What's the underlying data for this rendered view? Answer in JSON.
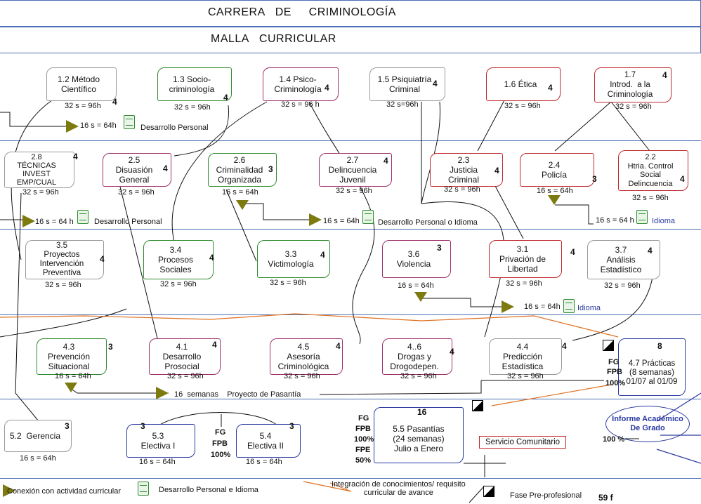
{
  "header": {
    "career": "CARRERA   DE     CRIMINOLOGÍA",
    "subtitle": "MALLA   CURRICULAR"
  },
  "row1": [
    {
      "title": "1.2 Método\nCientífico",
      "credits": "4",
      "hours": "32 s = 96h"
    },
    {
      "title": "1.3 Socio-\ncriminología",
      "credits": "4",
      "hours": "32 s = 96h"
    },
    {
      "title": "1.4 Psico-\nCriminología",
      "credits": "4",
      "hours": "32 s = 96 h"
    },
    {
      "title": "1.5 Psiquiatría\nCriminal",
      "credits": "4",
      "hours": "32 s=96h"
    },
    {
      "title": "1.6 Ética",
      "credits": "4",
      "hours": "32 s = 96h"
    },
    {
      "title": "1.7\nIntrod.  a la\nCriminología",
      "credits": "4",
      "hours": "32 s = 96h"
    }
  ],
  "row1_dp": {
    "hours": "16 s = 64h",
    "label": "Desarrollo Personal"
  },
  "row2": [
    {
      "title": "2.8\nTÉCNICAS\nINVEST\nEMP/CUAL",
      "credits": "4",
      "hours": "32 s = 96h"
    },
    {
      "title": "2.5\nDisuasión\nGeneral",
      "credits": "4",
      "hours": "32 s = 96h"
    },
    {
      "title": "2.6\nCriminalidad\nOrganizada",
      "credits": "3",
      "hours": "16 s = 64h"
    },
    {
      "title": "2.7\nDelincuencia\nJuvenil",
      "credits": "4",
      "hours": "32 s = 96h"
    },
    {
      "title": "2.3\nJusticia\nCriminal",
      "credits": "4",
      "hours": "32 s = 96h"
    },
    {
      "title": "2.4\nPolicía",
      "credits": "3",
      "hours": "16 s = 64h"
    },
    {
      "title": "2.2\nHtria. Control\nSocial\nDelincuencia",
      "credits": "4",
      "hours": "32 s = 96h"
    }
  ],
  "row2_notes": {
    "left": {
      "hours": "16 s = 64 h",
      "label": "Desarrollo Personal"
    },
    "mid": {
      "hours": "16 s = 64h",
      "label": "Desarrollo Personal  o Idioma"
    },
    "right": {
      "hours": "16 s = 64 h",
      "label": "Idioma"
    }
  },
  "row3": [
    {
      "title": "3.5\nProyectos\nIntervención\nPreventiva",
      "credits": "4",
      "hours": "32 s = 96h"
    },
    {
      "title": "3.4\nProcesos\nSociales",
      "credits": "4",
      "hours": "32 s = 96h"
    },
    {
      "title": "3.3\nVictimología",
      "credits": "4",
      "hours": "32 s = 96h"
    },
    {
      "title": "3.6\nViolencia",
      "credits": "3",
      "hours": "16 s = 64h"
    },
    {
      "title": "3.1\nPrivación de\nLibertad",
      "credits": "4",
      "hours": "32 s = 96h"
    },
    {
      "title": "3.7\nAnálisis\nEstadístico",
      "credits": "4",
      "hours": "32 s = 96h"
    }
  ],
  "row3_note": {
    "hours": "16 s = 64h",
    "label": "Idioma"
  },
  "row4": [
    {
      "title": "4.3\nPrevención\nSituacional",
      "credits": "3",
      "hours": "16 s = 64h"
    },
    {
      "title": "4.1\nDesarrollo\nProsocial",
      "credits": "4",
      "hours": "32 s = 96h"
    },
    {
      "title": "4.5\nAsesoría\nCriminológica",
      "credits": "4",
      "hours": "32 s = 96h"
    },
    {
      "title": "4..6\nDrogas y\nDrogodepen.",
      "credits": "4",
      "hours": "32 s = 96h"
    },
    {
      "title": "4.4\nPredicción\nEstadística",
      "credits": "4",
      "hours": "32  s = 96h"
    },
    {
      "title": "4.7 Prácticas\n(8 semanas)\n01/07 al 01/09",
      "credits": "8",
      "hours": ""
    }
  ],
  "row4_note": {
    "label": "16  semanas    Proyecto de Pasantía",
    "fg": "FG",
    "fpb": "FPB",
    "pct": "100%"
  },
  "row5": {
    "gerencia": {
      "title": "5.2  Gerencia",
      "credits": "3",
      "hours": "16 s = 64h"
    },
    "electiva1": {
      "title": "5.3\nElectiva I",
      "credits": "3",
      "hours": "16 s = 64h"
    },
    "electiva2": {
      "title": "5.4\nElectiva II",
      "credits": "3",
      "hours": "16 s = 64h"
    },
    "mid_fg": "FG",
    "mid_fpb": "FPB",
    "mid_pct": "100%",
    "pasantias": {
      "title": "5.5 Pasantías\n(24 semanas)\nJulio a Enero",
      "credits": "16"
    },
    "pas_fg": "FG",
    "pas_fpb": "FPB",
    "pas_pct": "100%",
    "pas_fpe": "FPE",
    "pas_pct2": "50%",
    "servicio": "Servicio Comunitario",
    "informe": "Informe Académico\nDe Grado",
    "informe_pct": "100 %"
  },
  "legend": {
    "conexion": "Conexión con actividad curricular",
    "desarrollo": "Desarrollo Personal e Idioma",
    "integracion": "Integración de conocimientos/ requisito\ncurricular de avance",
    "fase": "Fase Pre-profesional",
    "page": "59 f"
  },
  "colors": {
    "band": "#4a6fb5",
    "green": "#2e8b2e",
    "magenta": "#a0306a",
    "red": "#c0282d",
    "blue": "#2a3aa0",
    "olive": "#7d7a10",
    "orange": "#e07020"
  }
}
